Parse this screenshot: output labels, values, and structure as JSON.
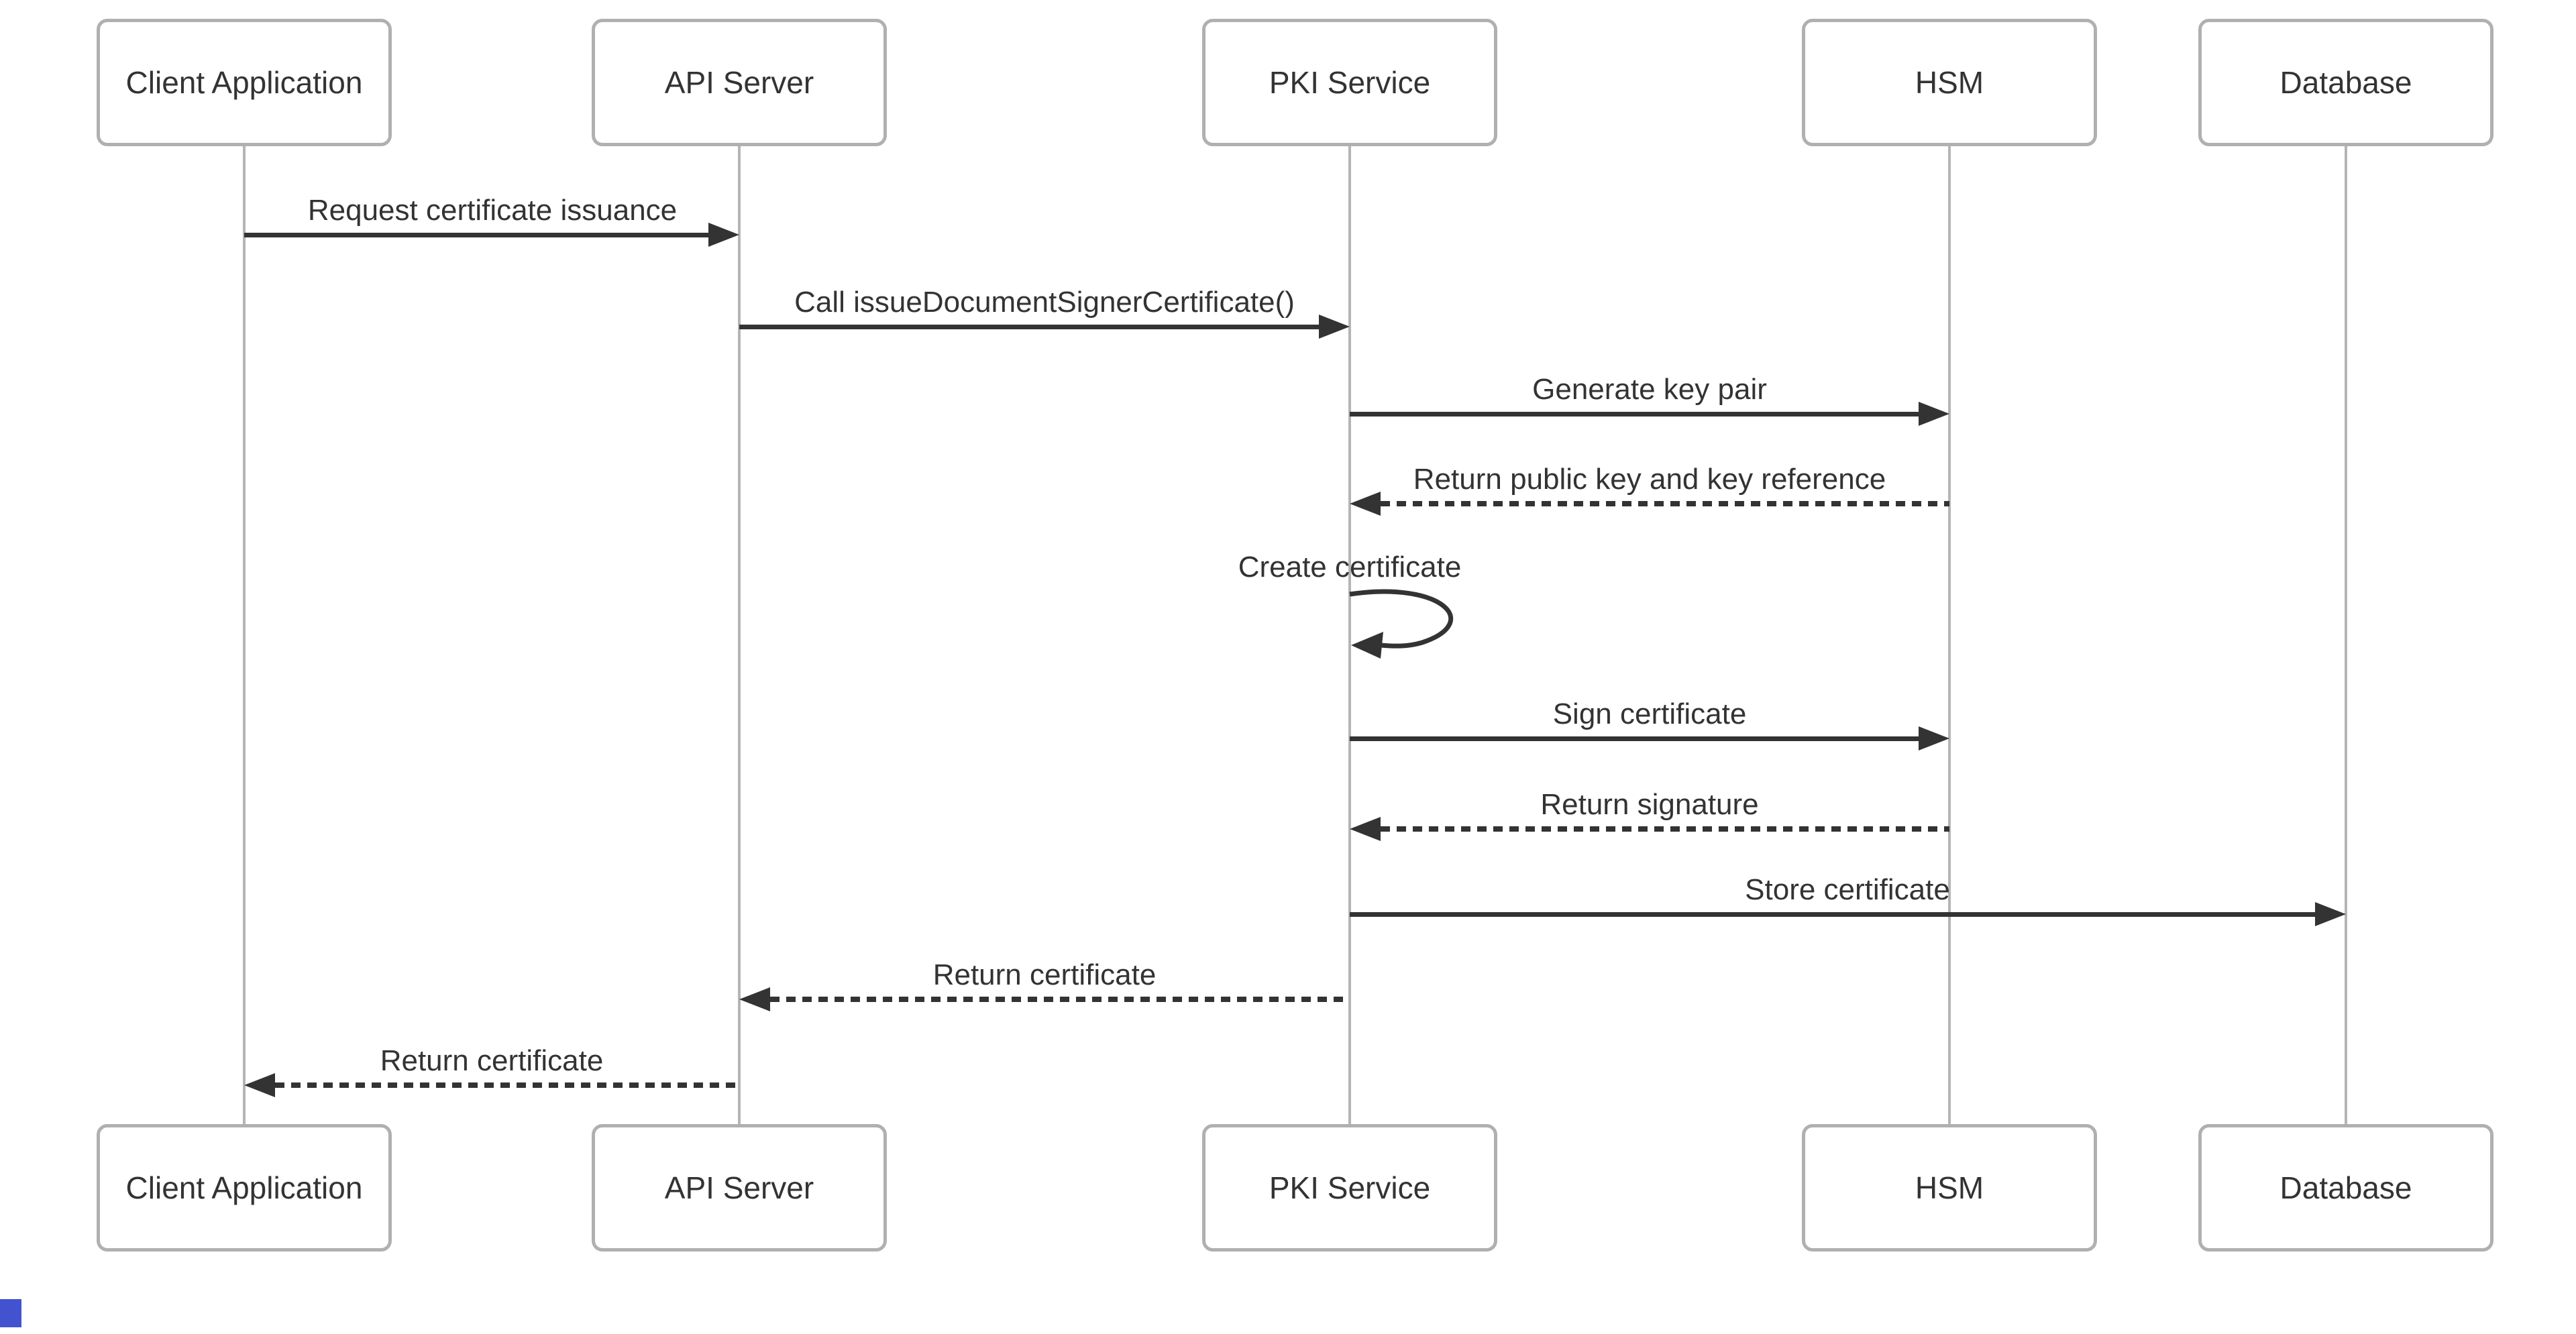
{
  "diagram": {
    "type": "sequence-diagram",
    "title": "",
    "colors": {
      "background": "#ffffff",
      "message_line": "#333333",
      "text": "#333333",
      "actor_border": "#b0b0b0",
      "actor_fill": "#ffffff",
      "lifeline": "#b5b5b5",
      "corner_artifact": "#4353d0"
    },
    "actors": [
      {
        "id": "client",
        "label": "Client Application"
      },
      {
        "id": "api",
        "label": "API Server"
      },
      {
        "id": "pki",
        "label": "PKI Service"
      },
      {
        "id": "hsm",
        "label": "HSM"
      },
      {
        "id": "db",
        "label": "Database"
      }
    ],
    "messages": [
      {
        "label": "Request certificate issuance",
        "from": "client",
        "to": "api",
        "line": "solid"
      },
      {
        "label": "Call issueDocumentSignerCertificate()",
        "from": "api",
        "to": "pki",
        "line": "solid"
      },
      {
        "label": "Generate key pair",
        "from": "pki",
        "to": "hsm",
        "line": "solid"
      },
      {
        "label": "Return public key and key reference",
        "from": "hsm",
        "to": "pki",
        "line": "dotted"
      },
      {
        "label": "Create certificate",
        "from": "pki",
        "to": "pki",
        "line": "self-loop"
      },
      {
        "label": "Sign certificate",
        "from": "pki",
        "to": "hsm",
        "line": "solid"
      },
      {
        "label": "Return signature",
        "from": "hsm",
        "to": "pki",
        "line": "dotted"
      },
      {
        "label": "Store certificate",
        "from": "pki",
        "to": "db",
        "line": "solid"
      },
      {
        "label": "Return certificate",
        "from": "pki",
        "to": "api",
        "line": "dotted"
      },
      {
        "label": "Return certificate",
        "from": "api",
        "to": "client",
        "line": "dotted"
      }
    ]
  }
}
